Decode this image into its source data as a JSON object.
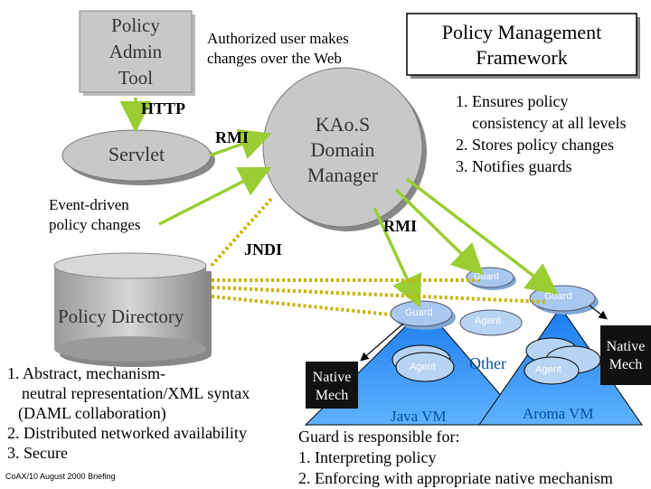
{
  "admin_tool": {
    "label_lines": [
      "Policy",
      "Admin",
      "Tool"
    ]
  },
  "user_note": {
    "lines": [
      "Authorized user makes",
      "changes over the Web"
    ]
  },
  "framework": {
    "lines": [
      "Policy Management",
      "Framework"
    ]
  },
  "http_label": "HTTP",
  "servlet": {
    "label": "Servlet"
  },
  "rmi_label_1": "RMI",
  "kaos": {
    "lines": [
      "KAo.S",
      "Domain",
      "Manager"
    ]
  },
  "kaos_duties": {
    "lines": [
      "1. Ensures policy",
      "consistency at all levels",
      "2. Stores policy changes",
      "3. Notifies guards"
    ]
  },
  "event_note": {
    "lines": [
      "Event-driven",
      "policy changes"
    ]
  },
  "rmi_label_2": "RMI",
  "jndi_label": "JNDI",
  "policy_directory": {
    "label": "Policy Directory"
  },
  "directory_features": {
    "lines": [
      "1. Abstract, mechanism-",
      "neutral representation/XML syntax",
      "(DAML collaboration)",
      "2. Distributed networked availability",
      "3. Secure"
    ]
  },
  "footer": "CoAX/10 August 2000 Briefing",
  "guards": {
    "guard_label": "Guard",
    "agent_label": "Agent"
  },
  "native_mech_left": {
    "lines": [
      "Native",
      "Mech"
    ]
  },
  "native_mech_right": {
    "lines": [
      "Native",
      "Mech"
    ]
  },
  "other_label": "Other",
  "java_vm_label": "Java VM",
  "aroma_vm_label": "Aroma VM",
  "guard_role": {
    "lines": [
      "Guard is responsible for:",
      "1. Interpreting policy",
      "2. Enforcing with appropriate native mechanism"
    ]
  },
  "colors": {
    "arrow_green": "#9acd32",
    "guard_blue": "#a8c8f0",
    "agent_blue": "#b8d4f4",
    "triangle_blue": "#1e90ff",
    "shape_grey": "#c8c8c8",
    "dark_box": "#111111"
  }
}
